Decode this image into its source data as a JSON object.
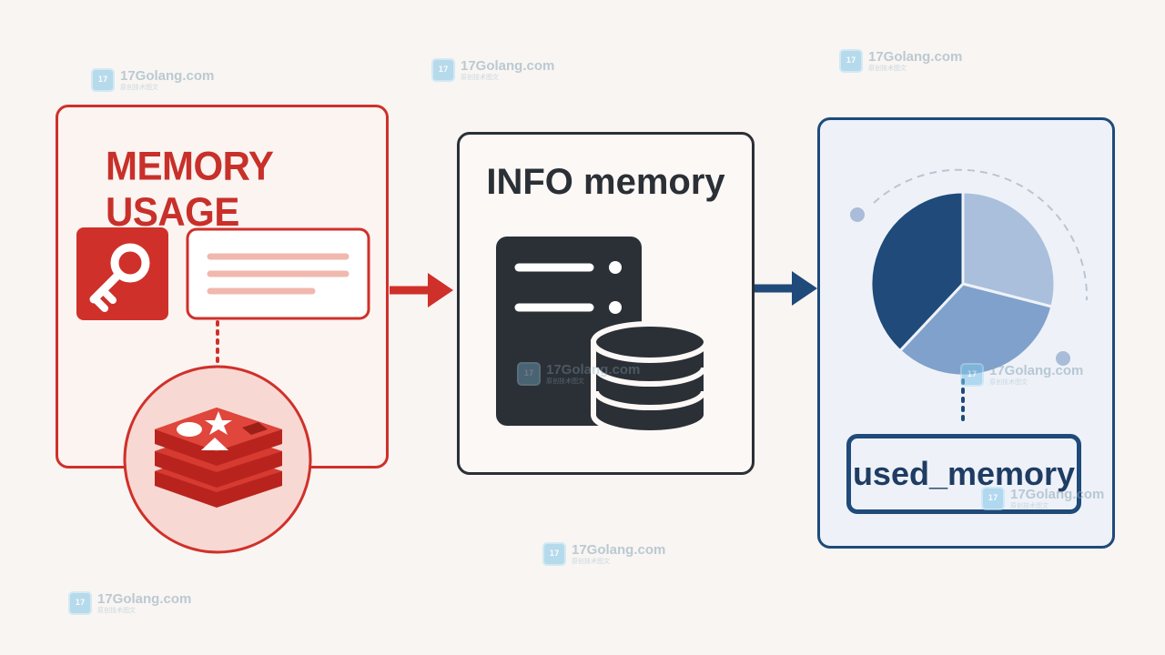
{
  "diagram": {
    "step1_title": "MEMORY USAGE",
    "step2_title": "INFO memory",
    "step3_label": "used_memory"
  },
  "watermark": {
    "text": "17Golang.com",
    "subtext": "原创技术图文",
    "logo_icon": "17golang-logo-icon"
  },
  "icons": {
    "key": "key-icon",
    "document": "document-lines-icon",
    "redis": "redis-logo-icon",
    "server": "server-icon",
    "database": "database-icon",
    "pie": "pie-chart-icon",
    "arrow": "arrow-right-icon"
  },
  "colors": {
    "red": "#d0302a",
    "dark": "#2b2f36",
    "blue": "#1f4a7a",
    "background": "#f8f5f2"
  },
  "pie_chart": {
    "slices": [
      0.38,
      0.29,
      0.33
    ]
  }
}
